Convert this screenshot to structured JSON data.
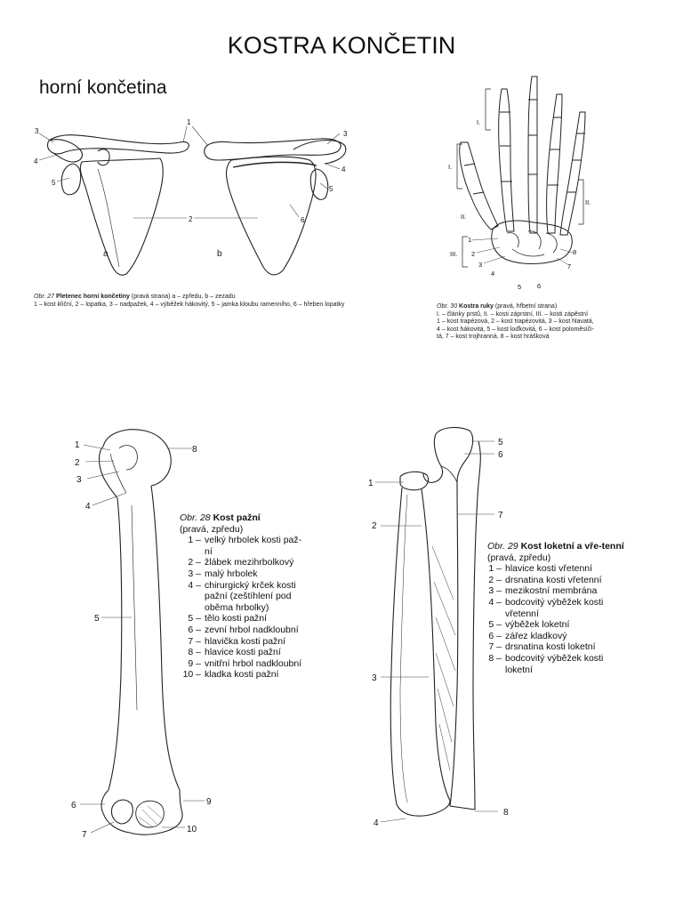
{
  "page": {
    "title": "KOSTRA KONČETIN",
    "subtitle": "horní končetina"
  },
  "fig27": {
    "prefix": "Obr. 27",
    "name": "Pletenec horní končetiny",
    "desc": "(pravá strana) a – zpředu, b – zezadu",
    "legend": "1 – kost klíční, 2 – lopatka, 3 – nadpažek, 4 – výběžek hákovitý, 5 – jamka kloubu ramenního, 6 – hřeben lopatky",
    "labels": {
      "a": "a",
      "b": "b",
      "n1": "1",
      "n2": "2",
      "n3": "3",
      "n4": "4",
      "n5": "5",
      "n6": "6"
    }
  },
  "fig30": {
    "prefix": "Obr. 30",
    "name": "Kostra ruky",
    "desc": "(pravá, hřbetní strana)",
    "lines": [
      "I. – články prstů, II. – kosti záprstní, III. – kosti zápěstní",
      "1 – kost trapézová, 2 – kost trapézovitá, 3 – kost hlavatá,",
      "4 – kost hákovitá, 5 – kost loďkovitá, 6 – kost poloměsíči-",
      "tá, 7 – kost trojhranná, 8 – kost hrášková"
    ],
    "labels": {
      "I": "I.",
      "II": "II.",
      "III": "III.",
      "n1": "1",
      "n2": "2",
      "n3": "3",
      "n4": "4",
      "n5": "5",
      "n6": "6",
      "n7": "7",
      "n8": "8"
    }
  },
  "fig28": {
    "prefix": "Obr. 28",
    "name": "Kost pažní",
    "desc": "(pravá, zpředu)",
    "items": [
      {
        "n": "1 –",
        "t": "velký hrbolek kosti paž-ní"
      },
      {
        "n": "2 –",
        "t": "žlábek mezihrbolkový"
      },
      {
        "n": "3 –",
        "t": "malý hrbolek"
      },
      {
        "n": "4 –",
        "t": "chirurgický krček kosti pažní (zeštíhlení pod oběma hrbolky)"
      },
      {
        "n": "5 –",
        "t": "tělo kosti pažní"
      },
      {
        "n": "6 –",
        "t": "zevní hrbol nadkloubní"
      },
      {
        "n": "7 –",
        "t": "hlavička kosti pažní"
      },
      {
        "n": "8 –",
        "t": "hlavice kosti pažní"
      },
      {
        "n": "9 –",
        "t": "vnitřní hrbol nadkloubní"
      },
      {
        "n": "10 –",
        "t": "kladka kosti pažní"
      }
    ],
    "labels": {
      "n1": "1",
      "n2": "2",
      "n3": "3",
      "n4": "4",
      "n5": "5",
      "n6": "6",
      "n7": "7",
      "n8": "8",
      "n9": "9",
      "n10": "10"
    }
  },
  "fig29": {
    "prefix": "Obr. 29",
    "name": "Kost loketní a vře-tenní",
    "desc": "(pravá, zpředu)",
    "items": [
      {
        "n": "1 –",
        "t": "hlavice kosti vřetenní"
      },
      {
        "n": "2 –",
        "t": "drsnatina kosti vřetenní"
      },
      {
        "n": "3 –",
        "t": "mezikostní membrána"
      },
      {
        "n": "4 –",
        "t": "bodcovitý výběžek kosti vřetenní"
      },
      {
        "n": "5 –",
        "t": "výběžek loketní"
      },
      {
        "n": "6 –",
        "t": "zářez kladkový"
      },
      {
        "n": "7 –",
        "t": "drsnatina kosti loketní"
      },
      {
        "n": "8 –",
        "t": "bodcovitý výběžek kosti loketní"
      }
    ],
    "labels": {
      "n1": "1",
      "n2": "2",
      "n3": "3",
      "n4": "4",
      "n5": "5",
      "n6": "6",
      "n7": "7",
      "n8": "8"
    }
  }
}
